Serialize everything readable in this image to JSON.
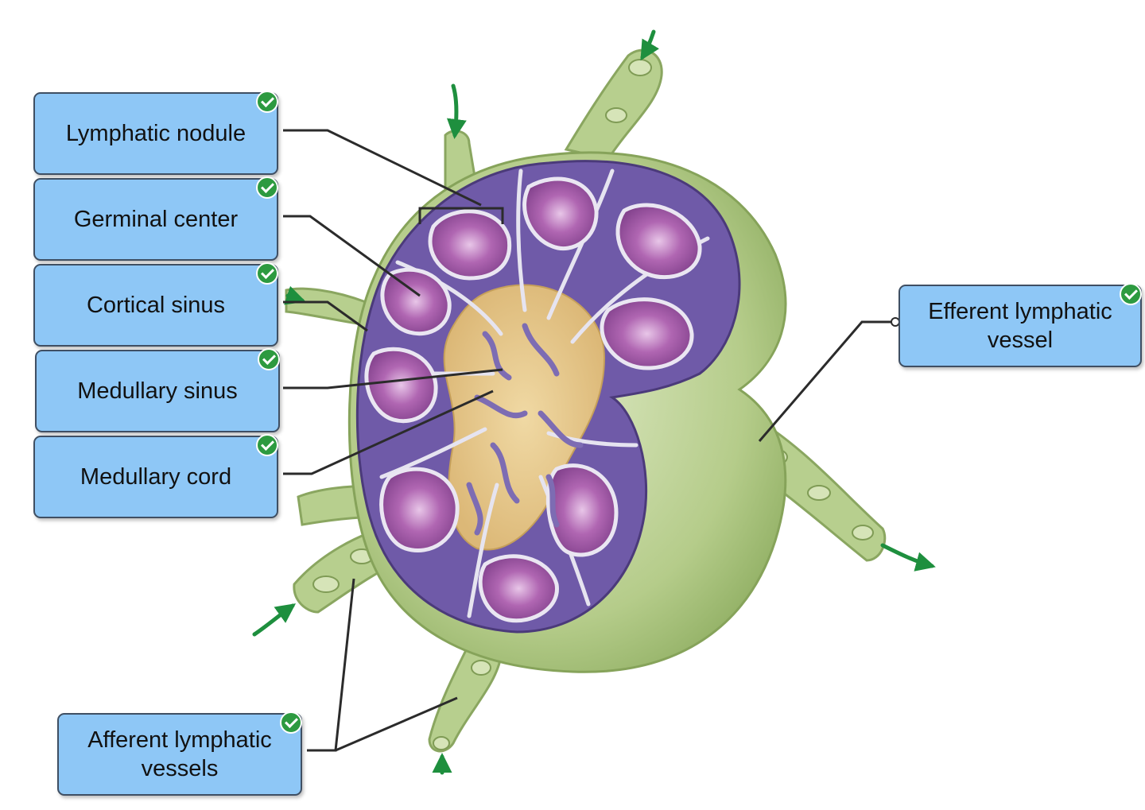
{
  "labels": {
    "lymphatic_nodule": "Lymphatic nodule",
    "germinal_center": "Germinal center",
    "cortical_sinus": "Cortical sinus",
    "medullary_sinus": "Medullary sinus",
    "medullary_cord": "Medullary cord",
    "efferent_vessel": "Efferent lymphatic\nvessel",
    "afferent_vessels": "Afferent lymphatic\nvessels"
  },
  "colors": {
    "label_fill": "#8ec7f6",
    "check_green": "#2d9a40",
    "capsule_green": "#b7cf8e",
    "cortex_purple": "#6f5aa8",
    "nodule_magenta": "#9a4d9c",
    "medulla_tan": "#e8c98a",
    "arrow_green": "#1e8f3e"
  }
}
